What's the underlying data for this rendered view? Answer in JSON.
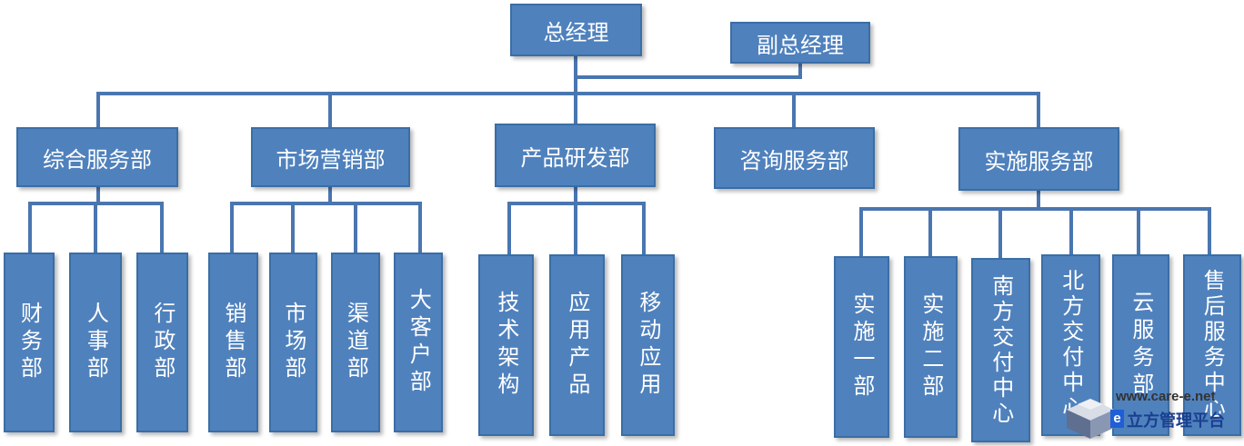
{
  "top": {
    "gm": "总经理",
    "deputy": "副总经理"
  },
  "departments": [
    {
      "name": "综合服务部",
      "children": [
        "财务部",
        "人事部",
        "行政部"
      ]
    },
    {
      "name": "市场营销部",
      "children": [
        "销售部",
        "市场部",
        "渠道部",
        "大客户部"
      ]
    },
    {
      "name": "产品研发部",
      "children": [
        "技术架构",
        "应用产品",
        "移动应用"
      ]
    },
    {
      "name": "咨询服务部",
      "children": []
    },
    {
      "name": "实施服务部",
      "children": [
        "实施一部",
        "实施二部",
        "南方交付中心",
        "北方交付中心",
        "云服务部",
        "售后服务中心"
      ]
    }
  ],
  "watermark": {
    "url": "www.care-e.net",
    "name": "立方管理平台"
  },
  "colors": {
    "box_fill": "#4f81bd",
    "box_border": "#3a6ea5",
    "connector": "#4a76b0",
    "text": "#ffffff"
  }
}
